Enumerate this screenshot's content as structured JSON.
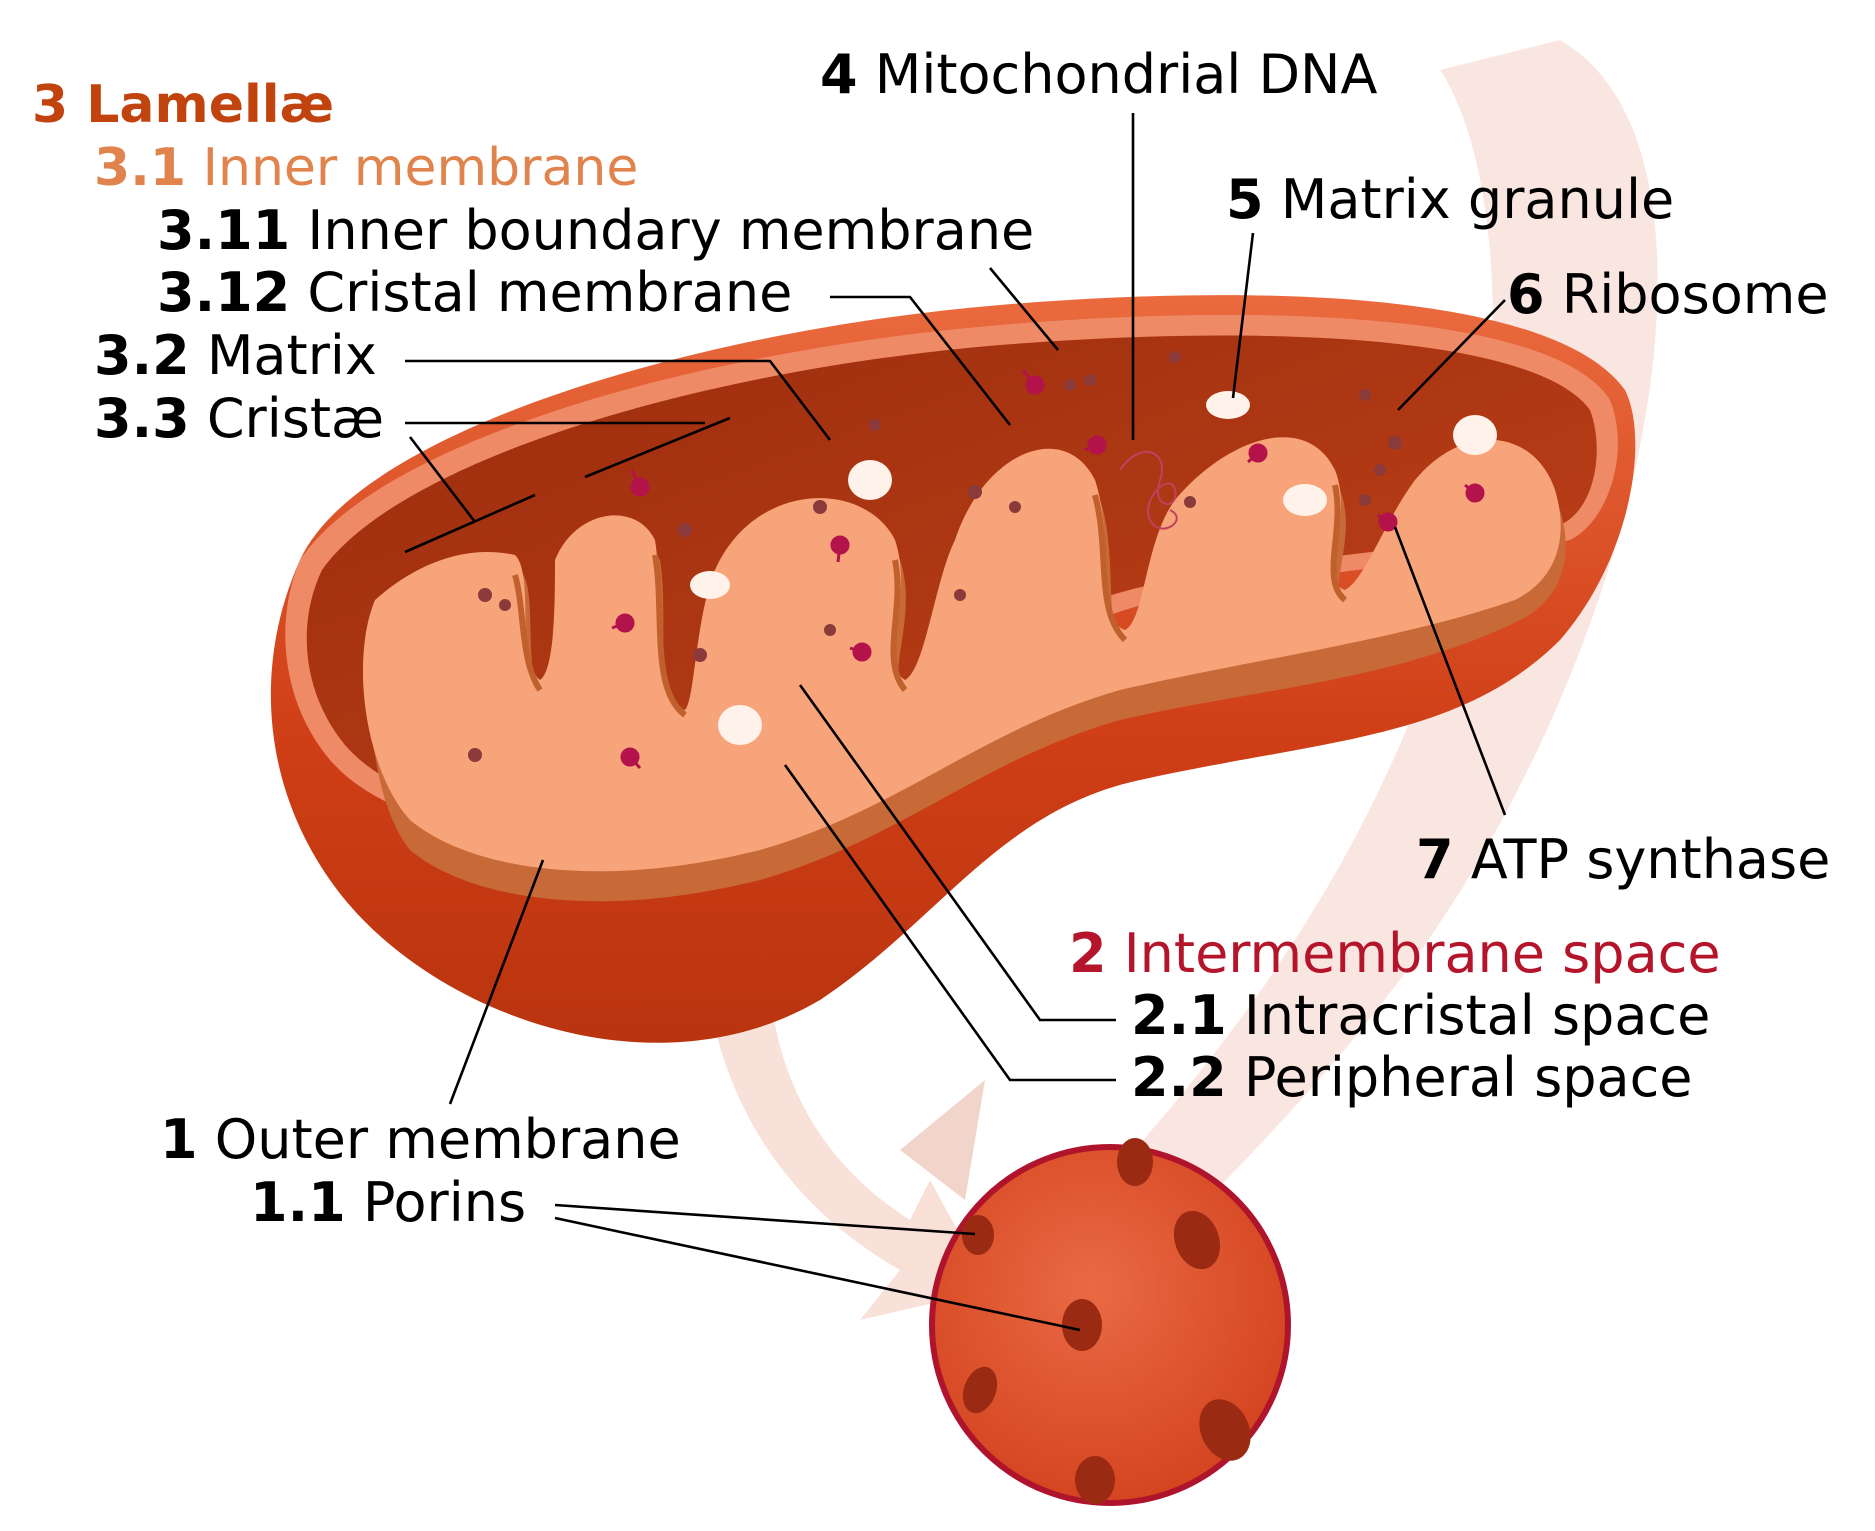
{
  "colors": {
    "lamellae": "#c1440e",
    "inner_membrane": "#e0834c",
    "intermembrane_space": "#b5152b",
    "text": "#000000",
    "outer_membrane": "#d4421a",
    "matrix": "#f7a47a",
    "cristae_shadow": "#b85428",
    "ribosome": "#8a3a3a",
    "atp_synthase": "#b3124b"
  },
  "labels": {
    "lamellae": {
      "num": "3",
      "text": "Lamellæ"
    },
    "inner_membrane": {
      "num": "3.1",
      "text": "Inner membrane"
    },
    "inner_boundary_membrane": {
      "num": "3.11",
      "text": "Inner boundary membrane"
    },
    "cristal_membrane": {
      "num": "3.12",
      "text": "Cristal membrane"
    },
    "matrix": {
      "num": "3.2",
      "text": "Matrix"
    },
    "cristae": {
      "num": "3.3",
      "text": "Cristæ"
    },
    "mitochondrial_dna": {
      "num": "4",
      "text": "Mitochondrial DNA"
    },
    "matrix_granule": {
      "num": "5",
      "text": "Matrix granule"
    },
    "ribosome": {
      "num": "6",
      "text": "Ribosome"
    },
    "atp_synthase": {
      "num": "7",
      "text": "ATP synthase"
    },
    "intermembrane_space": {
      "num": "2",
      "text": "Intermembrane space"
    },
    "intracristal_space": {
      "num": "2.1",
      "text": "Intracristal space"
    },
    "peripheral_space": {
      "num": "2.2",
      "text": "Peripheral space"
    },
    "outer_membrane": {
      "num": "1",
      "text": "Outer membrane"
    },
    "porins": {
      "num": "1.1",
      "text": "Porins"
    }
  }
}
